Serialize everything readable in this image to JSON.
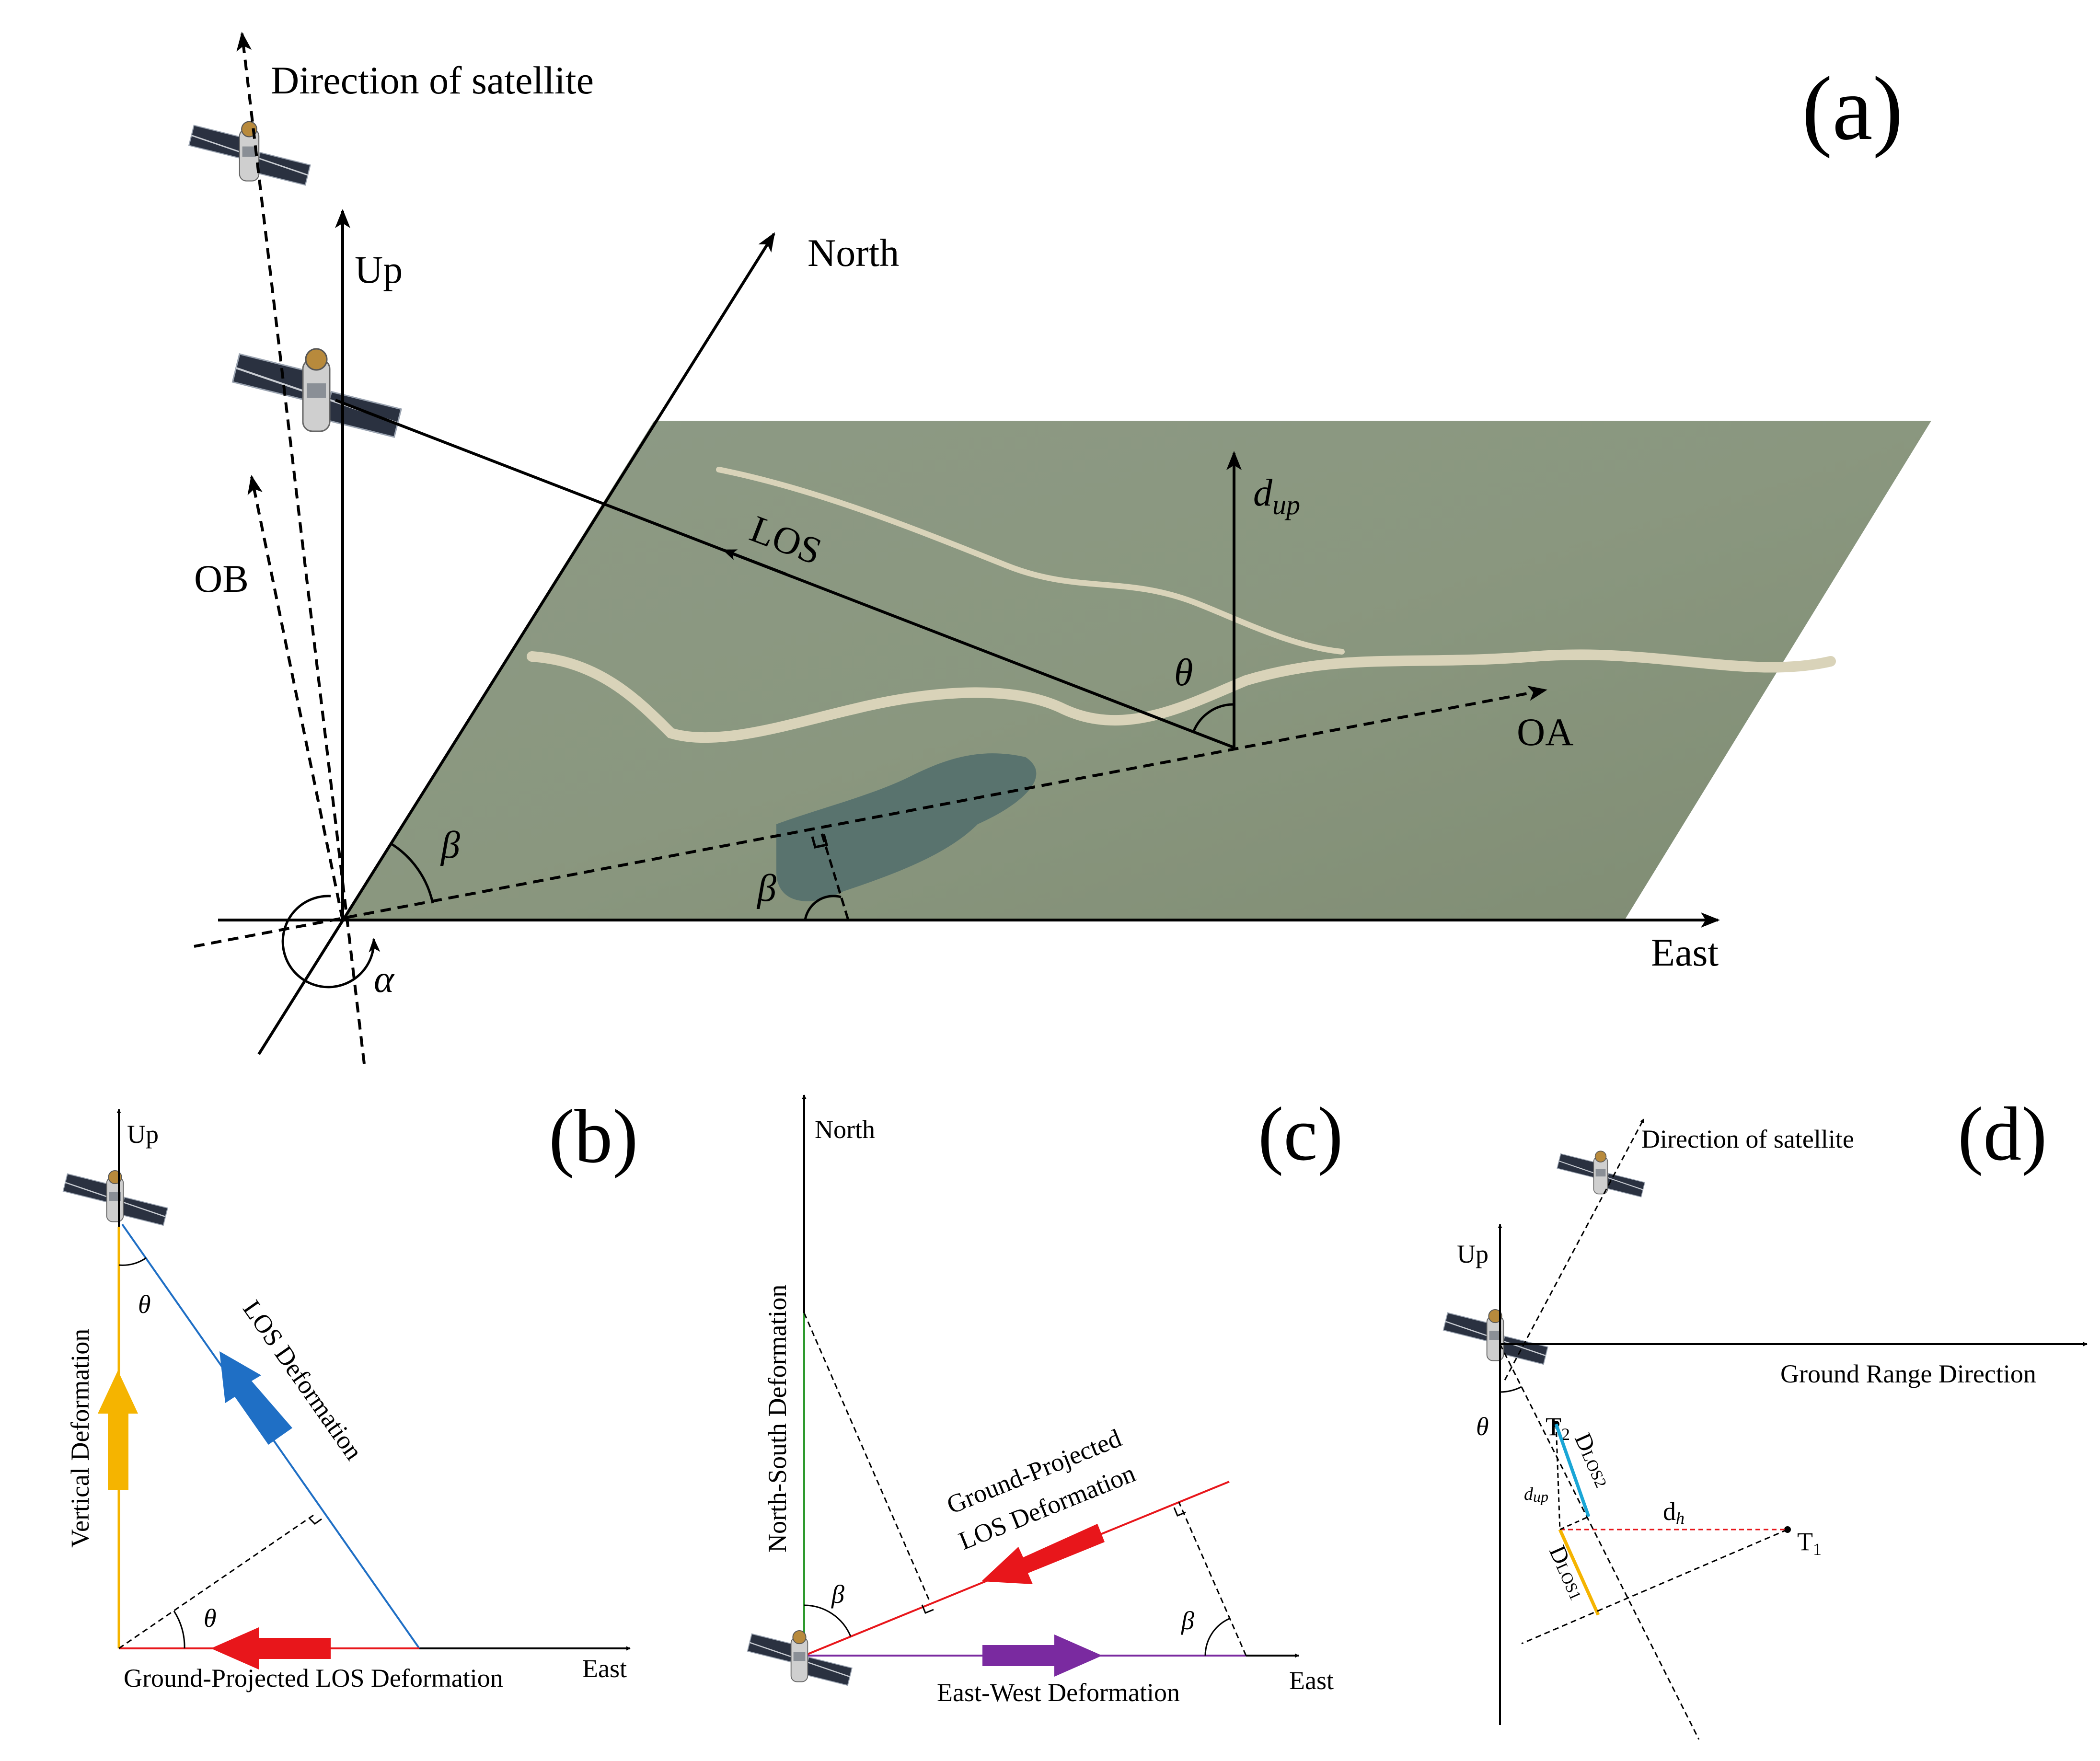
{
  "panel_a": {
    "panel_label": "(a)",
    "satellite_direction_label": "Direction of satellite",
    "up_label": "Up",
    "north_label": "North",
    "east_label": "East",
    "los_label": "LOS",
    "dup_label": "d",
    "dup_sub": "up",
    "oa_label": "OA",
    "ob_label": "OB",
    "beta_label": "β",
    "theta_label": "θ",
    "alpha_label": "α"
  },
  "panel_b": {
    "panel_label": "(b)",
    "up_label": "Up",
    "east_label": "East",
    "vertical_label": "Vertical Deformation",
    "los_label": "LOS Deformation",
    "ground_label": "Ground-Projected LOS Deformation",
    "theta_label": "θ",
    "colors": {
      "vertical": "#f5b400",
      "los": "#1f6fc5",
      "ground": "#e8161b"
    }
  },
  "panel_c": {
    "panel_label": "(c)",
    "north_label": "North",
    "east_label": "East",
    "ns_label": "North-South Deformation",
    "ew_label": "East-West Deformation",
    "ground_label_1": "Ground-Projected",
    "ground_label_2": "LOS Deformation",
    "beta_label": "β",
    "colors": {
      "ns": "#2e9a2e",
      "ew": "#7a2aa0",
      "ground": "#e8161b"
    }
  },
  "panel_d": {
    "panel_label": "(d)",
    "satellite_direction_label": "Direction of satellite",
    "up_label": "Up",
    "ground_range_label": "Ground Range Direction",
    "theta_label": "θ",
    "t2_label": "T",
    "t2_sub": "2",
    "t1_label": "T",
    "t1_sub": "1",
    "dlos2_label": "D",
    "dlos2_sub": "LOS2",
    "dlos1_label": "D",
    "dlos1_sub": "LOS1",
    "dup_label": "d",
    "dup_sub": "up",
    "dh_label": "d",
    "dh_sub": "h",
    "colors": {
      "dlos2": "#1aa6d6",
      "dlos1": "#f5b400",
      "dh": "#e8161b"
    }
  }
}
